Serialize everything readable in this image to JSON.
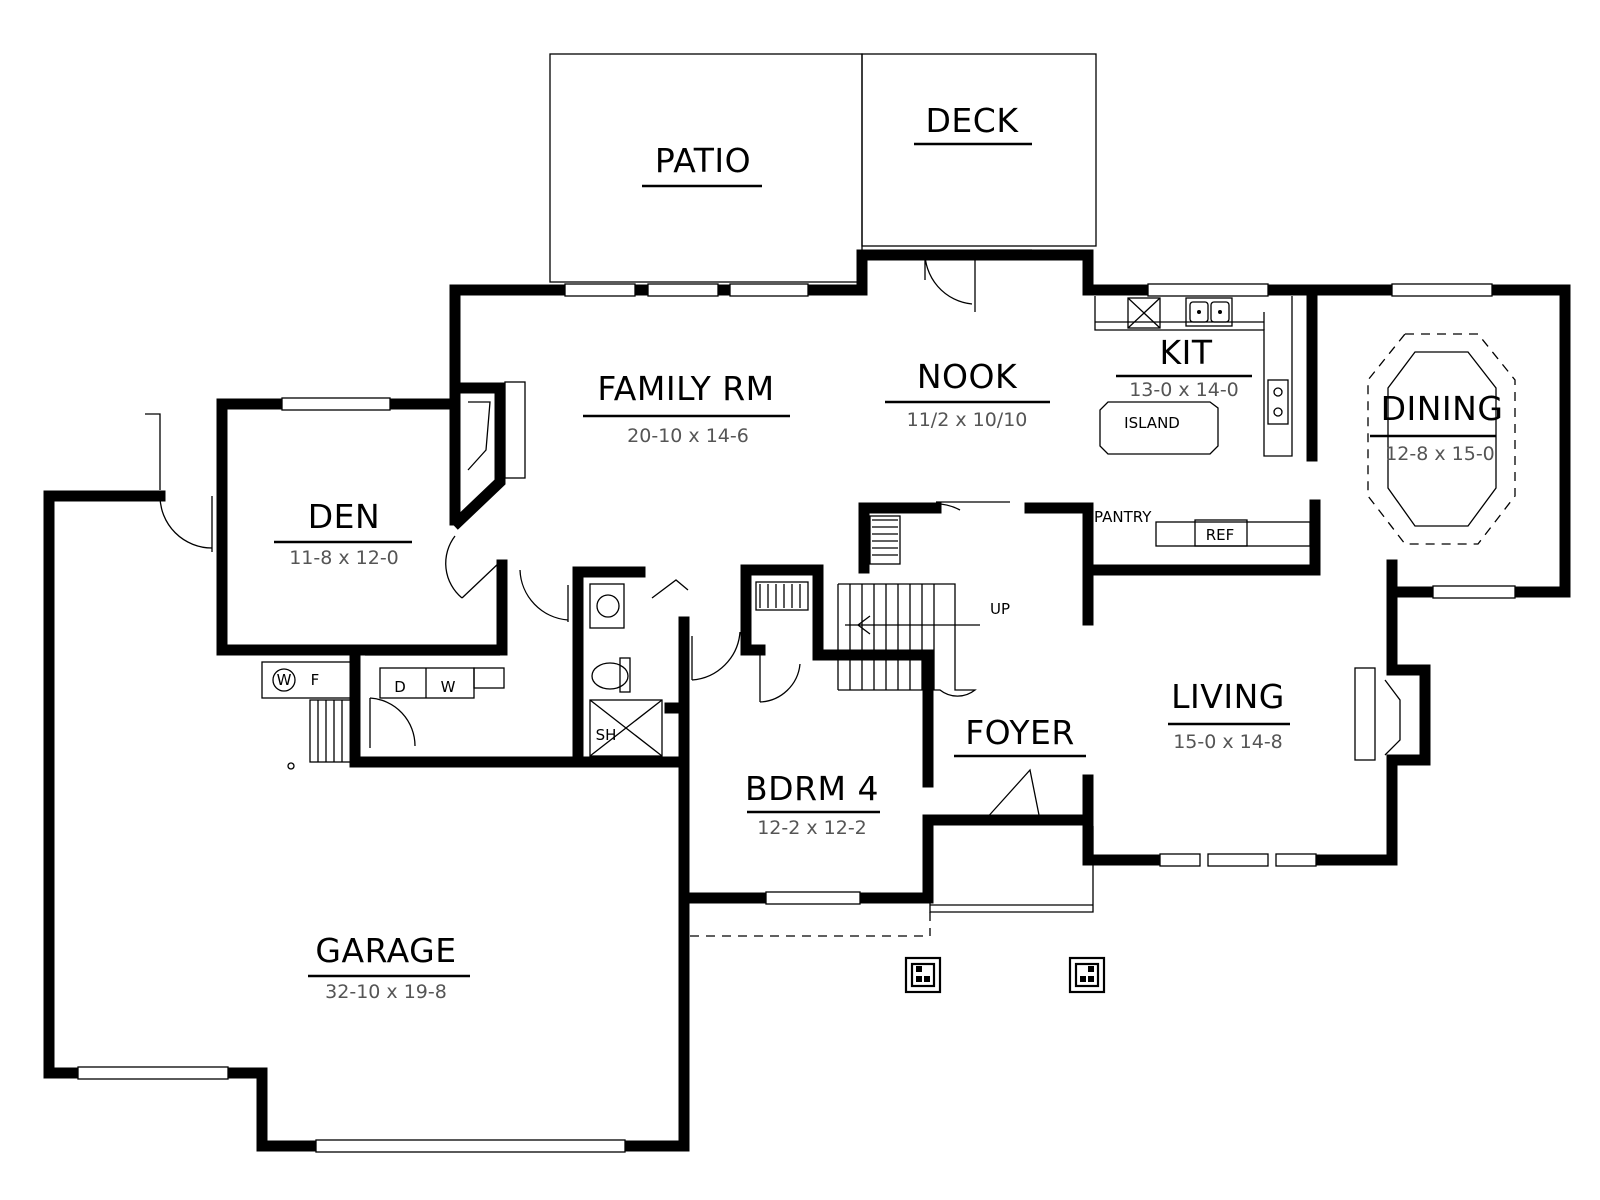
{
  "rooms": {
    "patio": {
      "label": "PATIO"
    },
    "deck": {
      "label": "DECK"
    },
    "family": {
      "label": "FAMILY RM",
      "dims": "20-10 x 14-6"
    },
    "nook": {
      "label": "NOOK",
      "dims": "11/2 x 10/10"
    },
    "kitchen": {
      "label": "KIT",
      "dims": "13-0 x 14-0"
    },
    "dining": {
      "label": "DINING",
      "dims": "12-8 x 15-0"
    },
    "den": {
      "label": "DEN",
      "dims": "11-8 x 12-0"
    },
    "living": {
      "label": "LIVING",
      "dims": "15-0 x 14-8"
    },
    "foyer": {
      "label": "FOYER"
    },
    "bedroom4": {
      "label": "BDRM 4",
      "dims": "12-2 x 12-2"
    },
    "garage": {
      "label": "GARAGE",
      "dims": "32-10 x 19-8"
    }
  },
  "fixtures": {
    "island": "ISLAND",
    "pantry": "PANTRY",
    "ref": "REF",
    "stair_up": "UP",
    "shower": "SH",
    "washer": "W",
    "freezer": "F",
    "dryer": "D",
    "washer2": "W"
  }
}
